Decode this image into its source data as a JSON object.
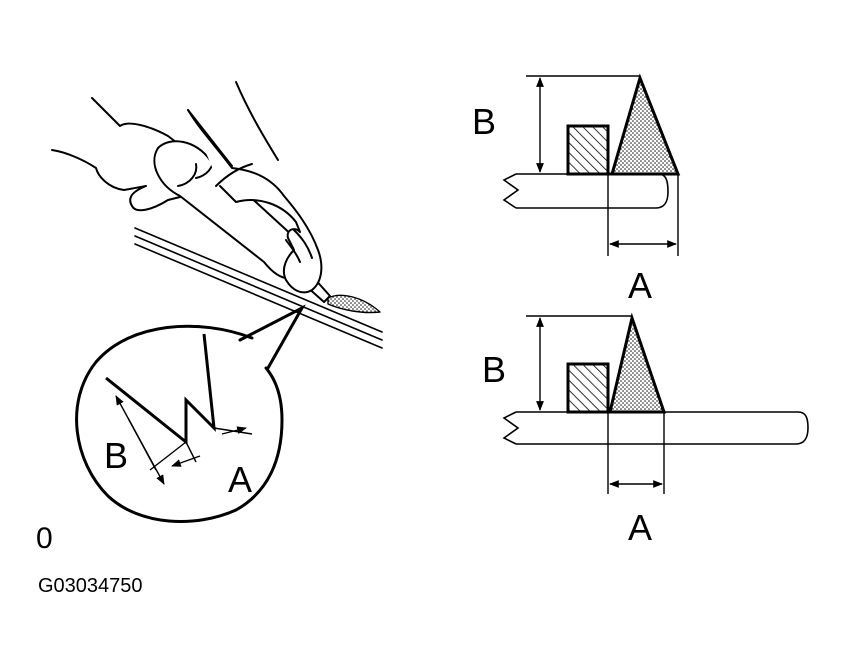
{
  "labels": {
    "left_B": "B",
    "left_A": "A",
    "upper_B": "B",
    "upper_A": "A",
    "lower_B": "B",
    "lower_A": "A",
    "corner": "0",
    "figure_code": "G03034750"
  },
  "colors": {
    "ink": "#000000",
    "paper": "#ffffff",
    "dot": "#000000"
  },
  "icons": {
    "hand": "gloved-hand-with-sealer-gun",
    "square": "hatched-square",
    "triangle": "stippled-sealant-bead"
  }
}
